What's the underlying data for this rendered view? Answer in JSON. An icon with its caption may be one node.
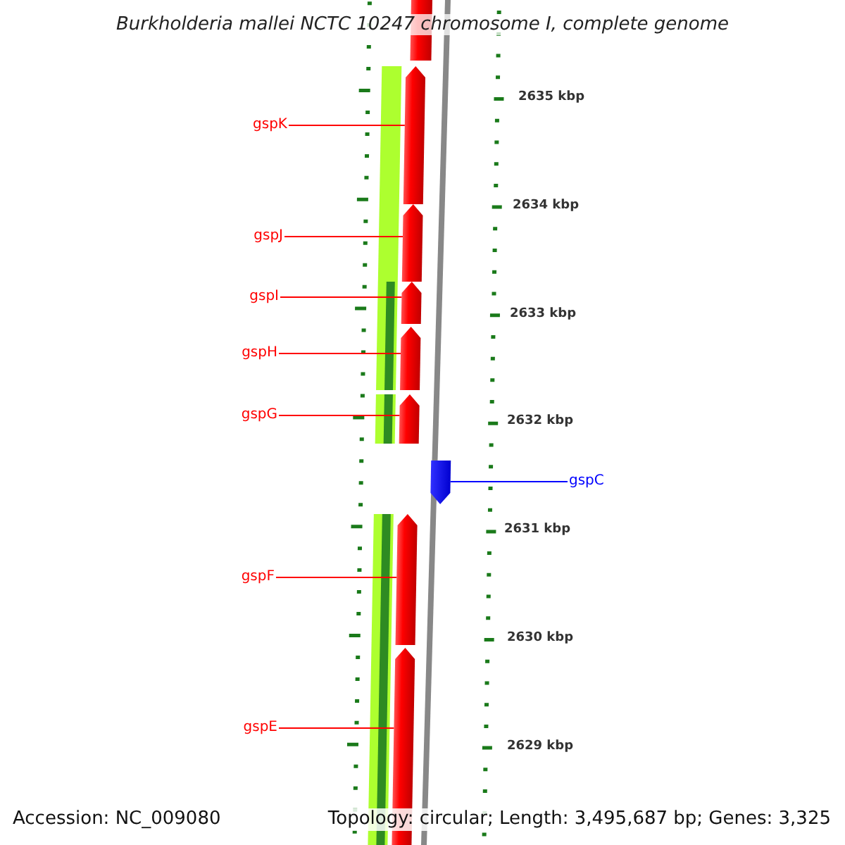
{
  "diagram": {
    "title": "Burkholderia mallei NCTC 10247 chromosome I, complete genome",
    "nodes": [
      {
        "text": [
          "gspK"
        ]
      },
      {
        "text": [
          "gspJ"
        ]
      },
      {
        "text": [
          "gspI"
        ]
      },
      {
        "text": [
          "gspH"
        ]
      },
      {
        "text": [
          "gspG"
        ]
      },
      {
        "text": [
          "gspF"
        ]
      },
      {
        "text": [
          "gspE"
        ]
      },
      {
        "text": [
          "gspC"
        ]
      },
      {
        "text": [],
        "shape": "pentagon"
      },
      {
        "text": [],
        "shape": "pentagon"
      },
      {
        "text": [],
        "shape": "pentagon"
      },
      {
        "text": [],
        "shape": "pentagon"
      },
      {
        "text": [],
        "shape": "pentagon"
      },
      {
        "text": [],
        "shape": "pentagon"
      },
      {
        "text": [],
        "shape": "pentagon"
      },
      {
        "text": [],
        "shape": "pentagon"
      }
    ],
    "edges": [
      {
        "from": 0,
        "to": 8,
        "arrow": "none"
      },
      {
        "from": 1,
        "to": 9,
        "arrow": "none"
      },
      {
        "from": 2,
        "to": 10,
        "arrow": "none"
      },
      {
        "from": 3,
        "to": 11,
        "arrow": "none"
      },
      {
        "from": 4,
        "to": 12,
        "arrow": "none"
      },
      {
        "from": 7,
        "to": 13,
        "arrow": "none",
        "color": "#0000ff"
      },
      {
        "from": 5,
        "to": 14,
        "arrow": "none"
      },
      {
        "from": 6,
        "to": 15,
        "arrow": "none"
      }
    ],
    "labels": [
      "2635 kbp",
      "2634 kbp",
      "2633 kbp",
      "2632 kbp",
      "2631 kbp",
      "2630 kbp",
      "2629 kbp",
      "Accession: NC_009080",
      "Topology: circular; Length: 3,495,687 bp; Genes: 3,325"
    ]
  }
}
